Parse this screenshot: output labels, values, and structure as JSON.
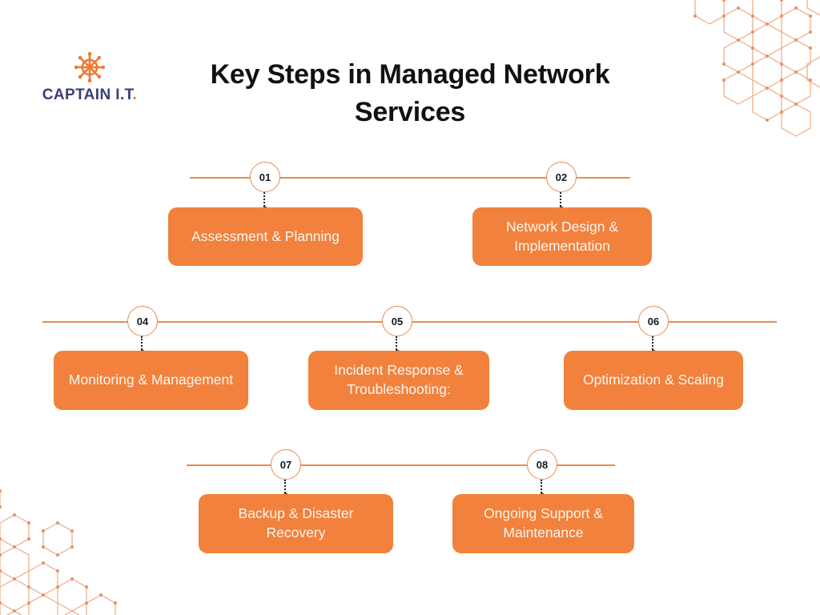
{
  "brand": {
    "logo_icon": "ships-wheel-icon",
    "name": "CAPTAIN I.T",
    "name_suffix": ".",
    "text_color": "#3b3f73",
    "accent_color": "#ef7a30"
  },
  "header": {
    "title": "Key Steps in Managed Network Services"
  },
  "theme": {
    "background": "#ffffff",
    "box_fill": "#f1813c",
    "box_text": "#fdf6f1",
    "line_color": "#e98b52",
    "badge_border": "#e98b52",
    "badge_text": "#15181f",
    "connector_color": "#1d1d1d",
    "deco_color": "#edaa80",
    "title_color": "#111111"
  },
  "decorations": [
    {
      "name": "hex-lattice-top-right",
      "position": "top-right"
    },
    {
      "name": "hex-lattice-bottom-left",
      "position": "bottom-left"
    }
  ],
  "rows": [
    {
      "row_index": 1,
      "steps": [
        {
          "number": "01",
          "label": "Assessment & Planning"
        },
        {
          "number": "02",
          "label": "Network Design & Implementation"
        }
      ]
    },
    {
      "row_index": 2,
      "steps": [
        {
          "number": "04",
          "label": "Monitoring & Management"
        },
        {
          "number": "05",
          "label": "Incident Response & Troubleshooting:"
        },
        {
          "number": "06",
          "label": "Optimization & Scaling"
        }
      ]
    },
    {
      "row_index": 3,
      "steps": [
        {
          "number": "07",
          "label": "Backup & Disaster Recovery"
        },
        {
          "number": "08",
          "label": "Ongoing Support & Maintenance"
        }
      ]
    }
  ]
}
